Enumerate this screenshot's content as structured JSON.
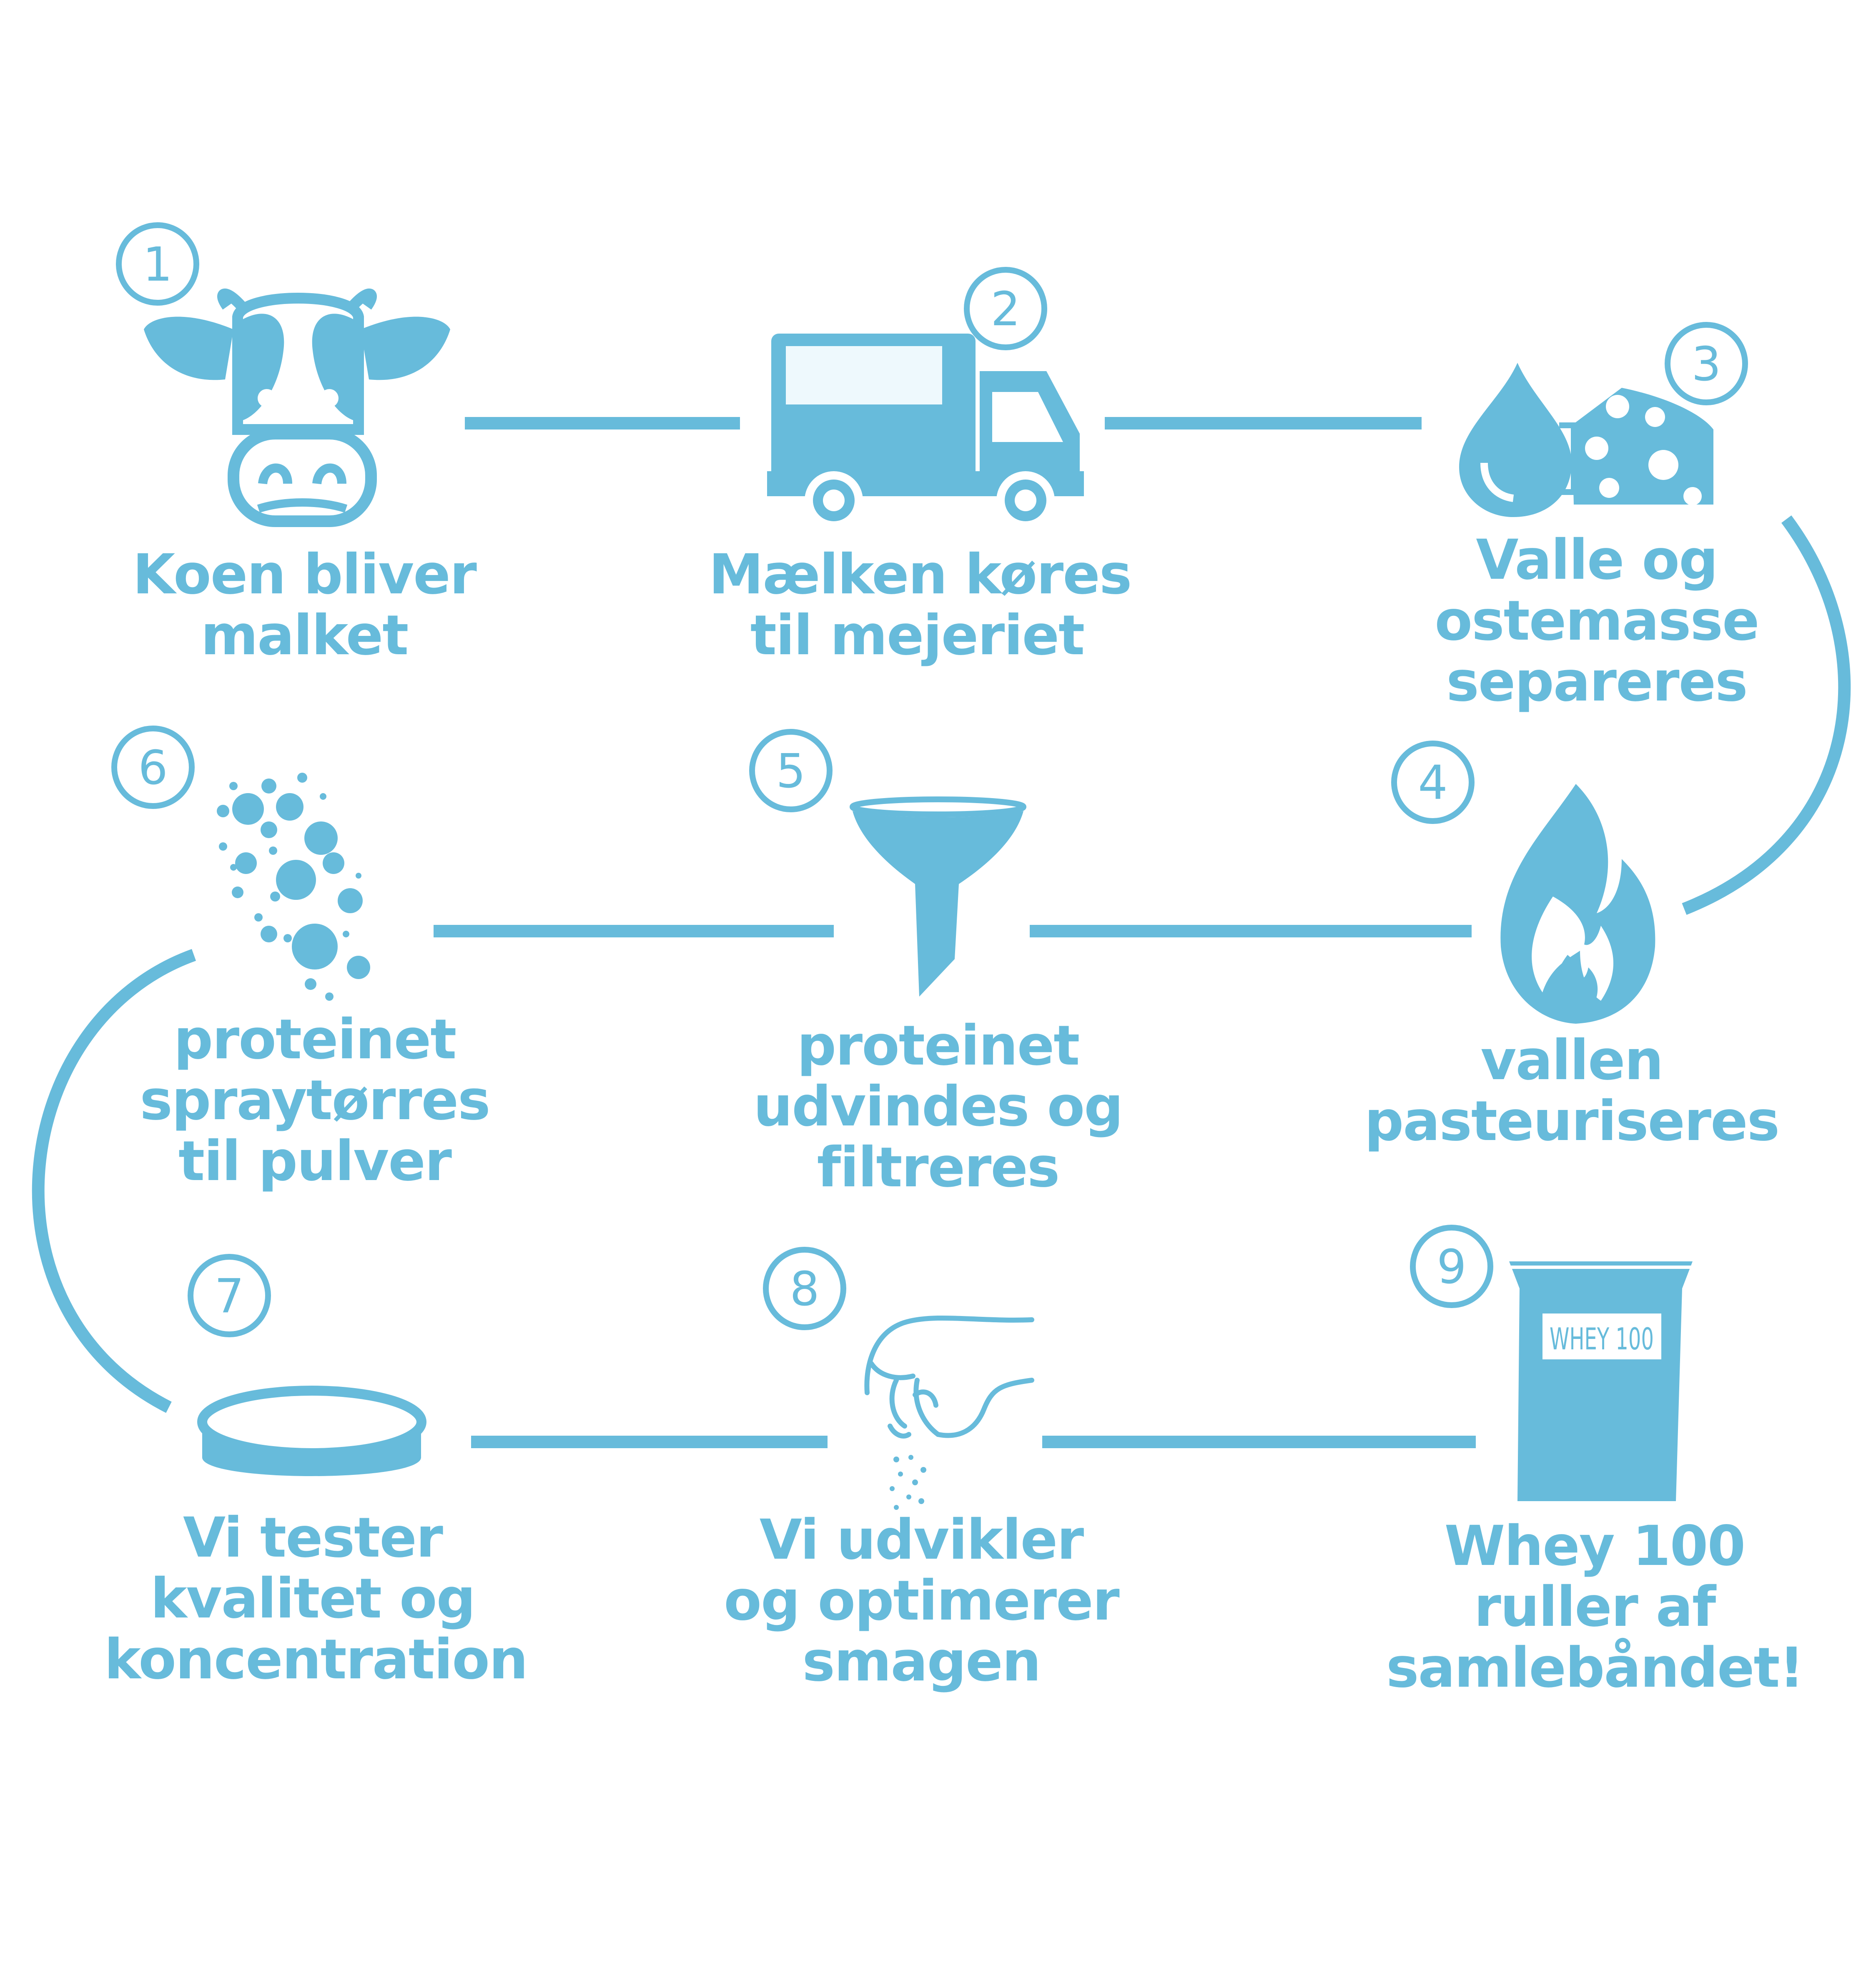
{
  "colors": {
    "accent": "#67bbdb",
    "accent_light": "#eef9fd",
    "background": "#ffffff"
  },
  "steps": [
    {
      "number": "1",
      "icon": "cow-icon",
      "lines": [
        "Koen bliver",
        "malket"
      ]
    },
    {
      "number": "2",
      "icon": "truck-icon",
      "lines": [
        "Mælken køres",
        "til mejeriet"
      ]
    },
    {
      "number": "3",
      "icon": "milk-drop-cheese-icon",
      "lines": [
        "Valle og",
        "ostemasse",
        "separeres"
      ]
    },
    {
      "number": "4",
      "icon": "flame-icon",
      "lines": [
        "vallen",
        "pasteuriseres"
      ]
    },
    {
      "number": "5",
      "icon": "funnel-icon",
      "lines": [
        "proteinet",
        "udvindes og",
        "filtreres"
      ]
    },
    {
      "number": "6",
      "icon": "powder-particles-icon",
      "lines": [
        "proteinet",
        "spraytørres",
        "til pulver"
      ]
    },
    {
      "number": "7",
      "icon": "petri-dish-icon",
      "lines": [
        "Vi tester",
        "kvalitet og",
        "koncentration"
      ]
    },
    {
      "number": "8",
      "icon": "seasoning-hand-icon",
      "lines": [
        "Vi udvikler",
        "og optimerer",
        "smagen"
      ]
    },
    {
      "number": "9",
      "icon": "protein-bag-icon",
      "lines": [
        "Whey 100",
        "ruller af",
        "samlebåndet!"
      ]
    }
  ],
  "product_label": "WHEY 100"
}
